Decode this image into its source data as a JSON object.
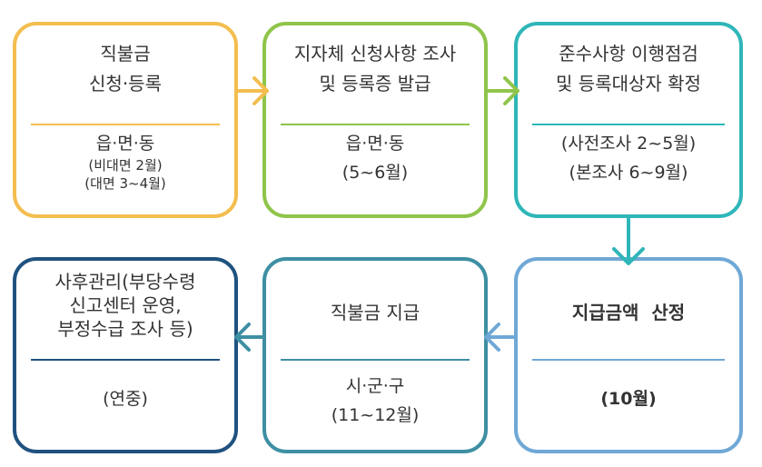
{
  "colors": {
    "step1": "#f3be4f",
    "step2": "#8fc54a",
    "step3": "#2fb6b8",
    "step4": "#6fa8d6",
    "step5": "#3e8fa3",
    "step6": "#1f527f"
  },
  "steps": [
    {
      "title_line1": "직불금",
      "title_line2": "신청·등록",
      "agency": "읍·면·동",
      "note_line1": "(비대면 2월)",
      "note_line2": "(대면 3~4월)"
    },
    {
      "title_line1": "지자체 신청사항 조사",
      "title_line2": "및 등록증 발급",
      "agency": "읍·면·동",
      "period": "(5~6월)"
    },
    {
      "title_line1": "준수사항 이행점검",
      "title_line2": "및 등록대상자 확정",
      "period_line1": "(사전조사 2~5월)",
      "period_line2": "(본조사 6~9월)"
    },
    {
      "title": "지급금액  산정",
      "period": "(10월)"
    },
    {
      "title": "직불금 지급",
      "agency": "시·군·구",
      "period": "(11~12월)"
    },
    {
      "title_line1": "사후관리(부당수령",
      "title_line2": "신고센터 운영,",
      "title_line3": "부정수급 조사 등)",
      "period": "(연중)"
    }
  ]
}
